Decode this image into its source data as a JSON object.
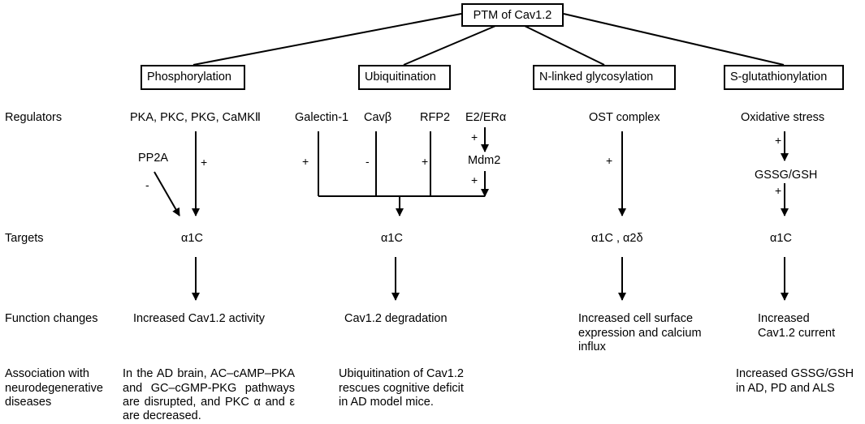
{
  "root": {
    "label": "PTM of Cav1.2"
  },
  "row_labels": {
    "regulators": "Regulators",
    "targets": "Targets",
    "function_changes": "Function changes",
    "association": [
      "Association with",
      "neurodegenerative",
      "diseases"
    ]
  },
  "columns": {
    "phosphorylation": {
      "title": "Phosphorylation",
      "regulator": "PKA, PKC, PKG, CaMKⅡ",
      "inhibitor": "PP2A",
      "sign_minus": "-",
      "sign_plus": "+",
      "target": "α1C",
      "function": "Increased Cav1.2 activity",
      "association": [
        "In the AD brain, AC–cAMP–PKA",
        "and GC–cGMP-PKG pathways",
        "are disrupted, and PKC α and ε",
        "are decreased."
      ]
    },
    "ubiquitination": {
      "title": "Ubiquitination",
      "regulators": [
        "Galectin-1",
        "Cavβ",
        "RFP2",
        "E2/ERα"
      ],
      "mdm2": "Mdm2",
      "signs": {
        "galectin": "+",
        "cavb": "-",
        "rfp2": "+",
        "e2": "+",
        "mdm2": "+"
      },
      "target": "α1C",
      "function": "Cav1.2 degradation",
      "association": [
        "Ubiquitination of Cav1.2",
        "rescues cognitive deficit",
        "in AD model mice."
      ]
    },
    "glycosylation": {
      "title": "N-linked glycosylation",
      "regulator": "OST complex",
      "sign": "+",
      "target": "α1C , α2δ",
      "function": [
        "Increased cell surface",
        "expression and calcium",
        "influx"
      ]
    },
    "glutathionylation": {
      "title": "S-glutathionylation",
      "regulator": "Oxidative stress",
      "intermediate": "GSSG/GSH",
      "sign1": "+",
      "sign2": "+",
      "target": "α1C",
      "function": [
        "Increased",
        "Cav1.2 current"
      ],
      "association": [
        "Increased GSSG/GSH",
        "in AD, PD and ALS"
      ]
    }
  }
}
